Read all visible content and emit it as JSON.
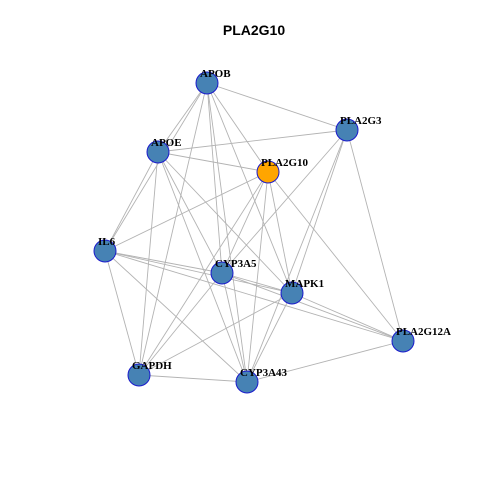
{
  "title": "PLA2G10",
  "colors": {
    "hub_fill": "#FFA500",
    "node_fill": "#4682B4",
    "node_border": "#1A1ACC",
    "edge": "#B3B3B3"
  },
  "nodes": [
    {
      "id": "APOB",
      "label": "APOB",
      "hub": false
    },
    {
      "id": "PLA2G3",
      "label": "PLA2G3",
      "hub": false
    },
    {
      "id": "APOE",
      "label": "APOE",
      "hub": false
    },
    {
      "id": "PLA2G10",
      "label": "PLA2G10",
      "hub": true
    },
    {
      "id": "IL6",
      "label": "IL6",
      "hub": false
    },
    {
      "id": "CYP3A5",
      "label": "CYP3A5",
      "hub": false
    },
    {
      "id": "MAPK1",
      "label": "MAPK1",
      "hub": false
    },
    {
      "id": "PLA2G12A",
      "label": "PLA2G12A",
      "hub": false
    },
    {
      "id": "GAPDH",
      "label": "GAPDH",
      "hub": false
    },
    {
      "id": "CYP3A43",
      "label": "CYP3A43",
      "hub": false
    }
  ],
  "edges": [
    [
      "APOB",
      "PLA2G3"
    ],
    [
      "APOB",
      "APOE"
    ],
    [
      "APOB",
      "PLA2G10"
    ],
    [
      "APOB",
      "IL6"
    ],
    [
      "APOB",
      "CYP3A5"
    ],
    [
      "APOB",
      "MAPK1"
    ],
    [
      "APOB",
      "GAPDH"
    ],
    [
      "APOB",
      "CYP3A43"
    ],
    [
      "PLA2G3",
      "APOE"
    ],
    [
      "PLA2G3",
      "CYP3A5"
    ],
    [
      "PLA2G3",
      "MAPK1"
    ],
    [
      "PLA2G3",
      "PLA2G12A"
    ],
    [
      "PLA2G3",
      "CYP3A43"
    ],
    [
      "APOE",
      "PLA2G10"
    ],
    [
      "APOE",
      "IL6"
    ],
    [
      "APOE",
      "CYP3A5"
    ],
    [
      "APOE",
      "MAPK1"
    ],
    [
      "APOE",
      "GAPDH"
    ],
    [
      "APOE",
      "CYP3A43"
    ],
    [
      "PLA2G10",
      "IL6"
    ],
    [
      "PLA2G10",
      "CYP3A5"
    ],
    [
      "PLA2G10",
      "MAPK1"
    ],
    [
      "PLA2G10",
      "PLA2G12A"
    ],
    [
      "PLA2G10",
      "GAPDH"
    ],
    [
      "PLA2G10",
      "CYP3A43"
    ],
    [
      "IL6",
      "CYP3A5"
    ],
    [
      "IL6",
      "MAPK1"
    ],
    [
      "IL6",
      "GAPDH"
    ],
    [
      "IL6",
      "CYP3A43"
    ],
    [
      "IL6",
      "PLA2G12A"
    ],
    [
      "CYP3A5",
      "MAPK1"
    ],
    [
      "CYP3A5",
      "GAPDH"
    ],
    [
      "CYP3A5",
      "CYP3A43"
    ],
    [
      "CYP3A5",
      "PLA2G12A"
    ],
    [
      "MAPK1",
      "GAPDH"
    ],
    [
      "MAPK1",
      "CYP3A43"
    ],
    [
      "MAPK1",
      "PLA2G12A"
    ],
    [
      "GAPDH",
      "CYP3A43"
    ],
    [
      "CYP3A43",
      "PLA2G12A"
    ]
  ]
}
